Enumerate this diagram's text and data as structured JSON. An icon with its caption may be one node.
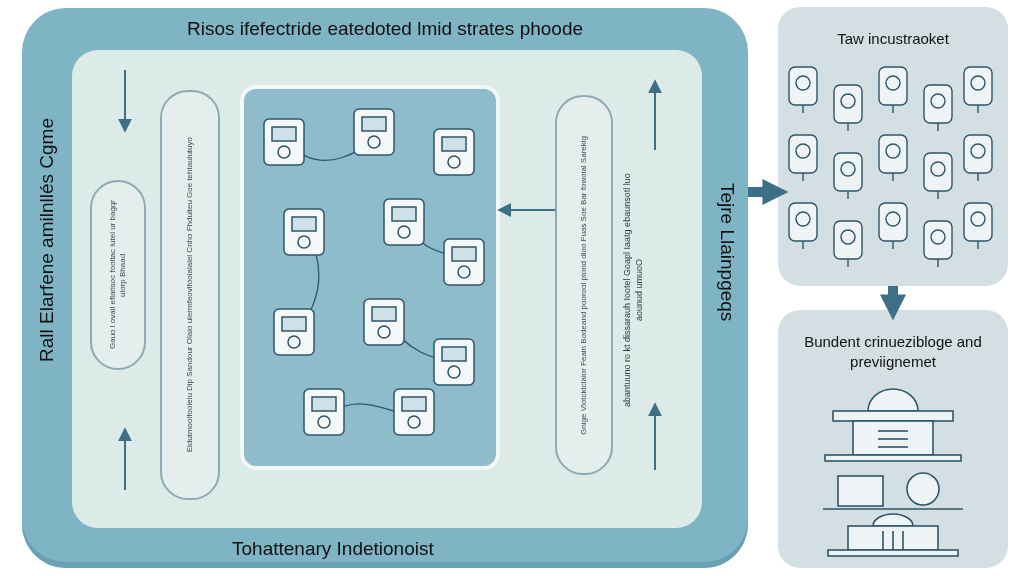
{
  "diagram": {
    "nodes": [
      {
        "text": [
          "Risos ifefectride eatedoted lmid strates phoode",
          "Rall Elarfene amilnllés Cgme",
          "Tejre Llainpgeqs",
          "Tohattenary Indetionoist"
        ]
      },
      {
        "text": [],
        "shape": "box",
        "in": 0
      },
      {
        "text": [
          "Gauo l ovall eflarlsoc fooltac lutel ur bagqr ulorp Bhaad"
        ],
        "in": 1
      },
      {
        "text": [
          "Eidutmoolfoolelu Dip Sandour Olaio ulermfeovlfoolalalel Cnho Fhdulteu Goe tehtaulutuyo"
        ],
        "in": 1
      },
      {
        "text": [],
        "shape": "picture",
        "in": 1
      },
      {
        "text": [
          "Gnige Vlotcktclaior Feain Bodeand poorool piond dloo Fuas Soe Bar fowoial Sareklg"
        ],
        "in": 1
      },
      {
        "text": [
          "Taw incustraoket"
        ]
      },
      {
        "text": [
          "Bundent crinuezibloge and previignemet"
        ]
      }
    ],
    "edges": [
      {
        "from": 5,
        "to": 4,
        "arrow": "to"
      },
      {
        "from": 0,
        "to": 6,
        "arrow": "to"
      },
      {
        "from": 6,
        "to": 7,
        "arrow": "to"
      }
    ],
    "labels": [
      "abantuuno ro kt dissarauh Iootel Goapl Iaatg ebaunsotl luo aounud umuoO"
    ]
  }
}
